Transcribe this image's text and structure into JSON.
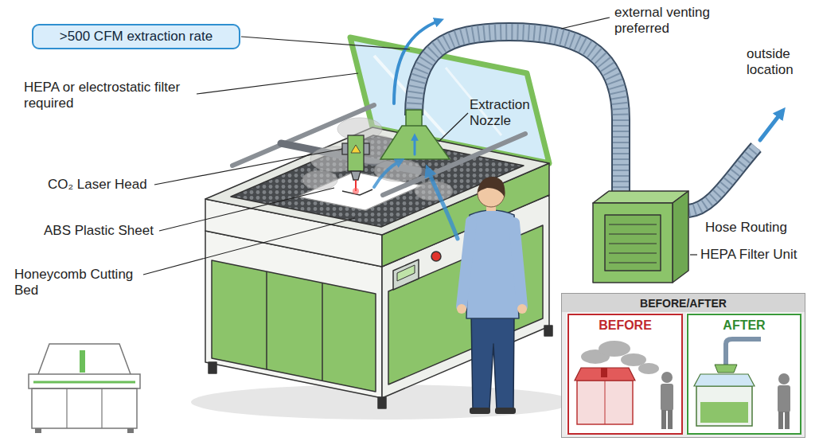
{
  "diagram": {
    "nodes": [
      {
        "text": [
          ">500 CFM extraction rate"
        ]
      },
      {
        "text": [
          "BEFORE/AFTER"
        ]
      },
      {
        "text": [
          "BEFORE"
        ],
        "in": 1
      },
      {
        "text": [
          "AFTER"
        ],
        "in": 1
      }
    ],
    "labels": [
      "external venting preferred",
      "outside location",
      "HEPA or electrostatic filter required",
      "Extraction Nozzle",
      "CO₂ Laser Head",
      "ABS Plastic Sheet",
      "Hose Routing",
      "HEPA Filter Unit",
      "Honeycomb Cutting Bed"
    ]
  }
}
